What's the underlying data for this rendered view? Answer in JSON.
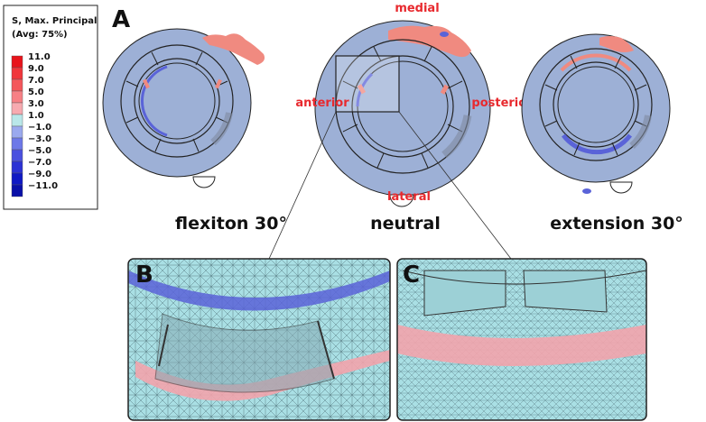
{
  "panel_letters": {
    "a": "A",
    "b": "B",
    "c": "C"
  },
  "legend": {
    "title_line1": "S, Max. Principal",
    "title_line2": "(Avg: 75%)",
    "entries": [
      {
        "label": "11.0",
        "color": "#e8141c"
      },
      {
        "label": "9.0",
        "color": "#f0363b"
      },
      {
        "label": "7.0",
        "color": "#f4575b"
      },
      {
        "label": "5.0",
        "color": "#f78085"
      },
      {
        "label": "3.0",
        "color": "#f7aab0"
      },
      {
        "label": "1.0",
        "color": "#b9e7e9"
      },
      {
        "label": "−1.0",
        "color": "#9aa9ee"
      },
      {
        "label": "−3.0",
        "color": "#6d78e8"
      },
      {
        "label": "−5.0",
        "color": "#4a50df"
      },
      {
        "label": "−7.0",
        "color": "#2c32d4"
      },
      {
        "label": "−9.0",
        "color": "#1019c4"
      },
      {
        "label": "−11.0",
        "color": "#0a10a8"
      }
    ]
  },
  "captions": {
    "flexion": "flexiton 30°",
    "neutral": "neutral",
    "extension": "extension 30°"
  },
  "anatomy": {
    "medial": "medial",
    "lateral": "lateral",
    "anterior": "anterior",
    "posterior": "posterior"
  },
  "colors": {
    "base_blue": "#9db0d6",
    "mesh_cyan": "#a9dfe4",
    "stress_red": "#f08a80",
    "stress_blue": "#5a63d8"
  }
}
